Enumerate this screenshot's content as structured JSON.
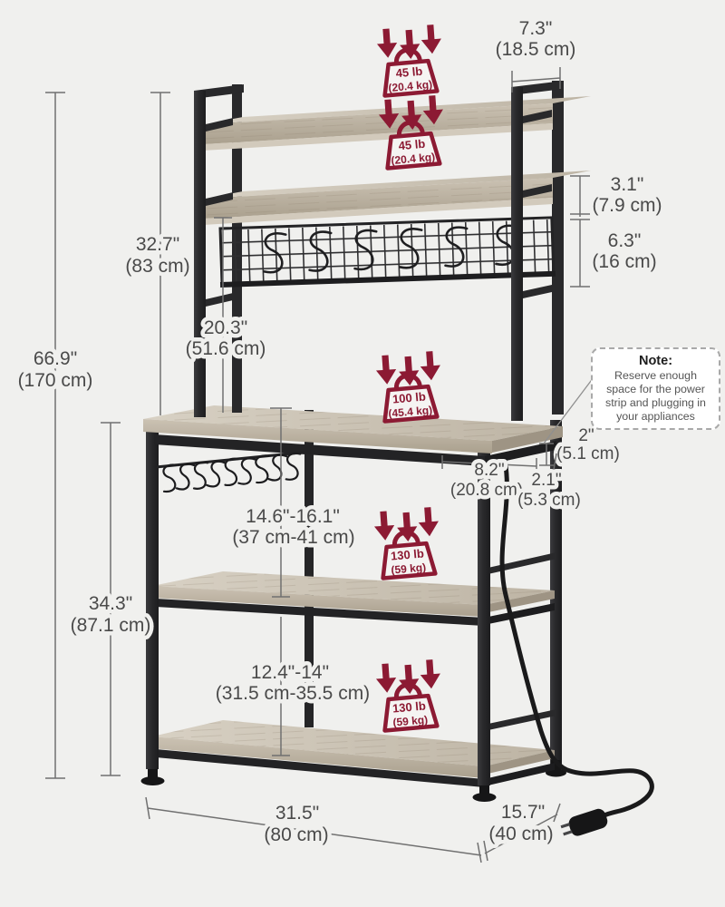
{
  "colors": {
    "background": "#f0f0ee",
    "metal_frame": "#29292b",
    "wood_light": "#d8d1c4",
    "wood_dark": "#aaa08e",
    "dimension_text": "#4a4a4a",
    "badge_maroon": "#8c1a33",
    "note_border": "#a9a9a9",
    "note_text": "#555555"
  },
  "badges": [
    {
      "location": "top-shelf",
      "lb": "45 lb",
      "kg": "(20.4 kg)"
    },
    {
      "location": "second-shelf",
      "lb": "45 lb",
      "kg": "(20.4 kg)"
    },
    {
      "location": "countertop",
      "lb": "100 lb",
      "kg": "(45.4 kg)"
    },
    {
      "location": "middle-shelf",
      "lb": "130 lb",
      "kg": "(59 kg)"
    },
    {
      "location": "bottom-shelf",
      "lb": "130 lb",
      "kg": "(59 kg)"
    }
  ],
  "dims": {
    "top_depth": {
      "in": "7.3\"",
      "cm": "(18.5 cm)"
    },
    "gap_small": {
      "in": "3.1\"",
      "cm": "(7.9 cm)"
    },
    "grid_height": {
      "in": "6.3\"",
      "cm": "(16 cm)"
    },
    "hutch_height": {
      "in": "32.7\"",
      "cm": "(83 cm)"
    },
    "hutch_clearance": {
      "in": "20.3\"",
      "cm": "(51.6 cm)"
    },
    "total_height": {
      "in": "66.9\"",
      "cm": "(170 cm)"
    },
    "lower_height": {
      "in": "34.3\"",
      "cm": "(87.1 cm)"
    },
    "corner_depth": {
      "in": "2\"",
      "cm": "(5.1 cm)"
    },
    "leg_inset": {
      "in": "8.2\"",
      "cm": "(20.8 cm)"
    },
    "side_inset": {
      "in": "2.1\"",
      "cm": "(5.3 cm)"
    },
    "clearance_upper": {
      "in": "14.6\"-16.1\"",
      "cm": "(37 cm-41 cm)"
    },
    "clearance_lower": {
      "in": "12.4\"-14\"",
      "cm": "(31.5 cm-35.5 cm)"
    },
    "width": {
      "in": "31.5\"",
      "cm": "(80 cm)"
    },
    "depth": {
      "in": "15.7\"",
      "cm": "(40 cm)"
    }
  },
  "note": {
    "title": "Note:",
    "lines": [
      "Reserve enough",
      "space for the power",
      "strip and plugging in",
      "your appliances"
    ]
  }
}
